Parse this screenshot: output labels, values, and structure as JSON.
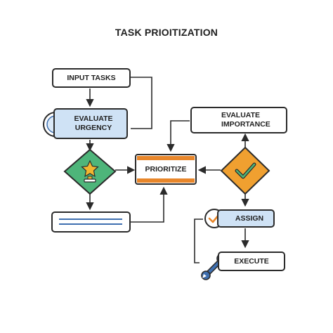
{
  "title": "TASK PRIOITIZATION",
  "nodes": {
    "input_tasks": "INPUT TASKS",
    "evaluate_urgency": [
      "EVALUATE",
      "URGENCY"
    ],
    "prioritize": "PRIORITIZE",
    "evaluate_importance": [
      "EVALUATE",
      "IMPORTANCE"
    ],
    "assign": "ASSIGN",
    "execute": "EXECUTE"
  },
  "colors": {
    "stroke": "#2b2b2b",
    "urgency_fill": "#cfe2f5",
    "assign_fill": "#cfe2f5",
    "prioritize_stripe": "#e8862a",
    "star_diamond": "#4eb57a",
    "check_diamond": "#f0a030",
    "gold": "#f2b630",
    "blue_accent": "#3e6fb0"
  },
  "icons": [
    "clock-icon",
    "star-trophy-icon",
    "trophy-icon",
    "checkmark-icon",
    "checkmark-circle-icon",
    "wrench-icon"
  ]
}
